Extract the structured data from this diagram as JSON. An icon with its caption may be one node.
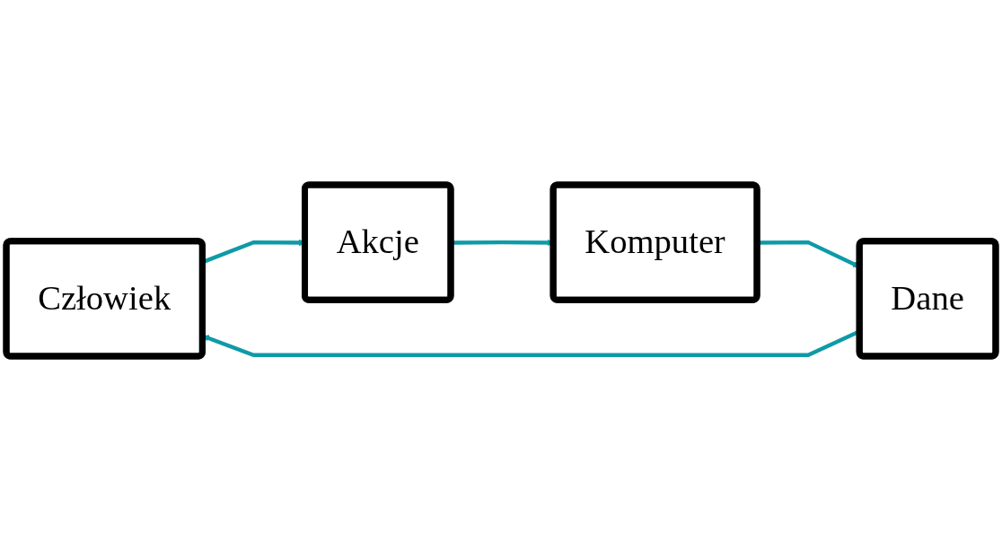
{
  "diagram": {
    "nodes": [
      {
        "text": [
          "Człowiek"
        ]
      },
      {
        "text": [
          "Akcje"
        ]
      },
      {
        "text": [
          "Dane"
        ]
      },
      {
        "text": [
          "Komputer"
        ]
      }
    ],
    "edges": [
      {
        "from": 0,
        "to": 1,
        "arrow": "to"
      },
      {
        "from": 1,
        "to": 3,
        "arrow": "to"
      },
      {
        "from": 3,
        "to": 2,
        "arrow": "to"
      },
      {
        "from": 2,
        "to": 0,
        "arrow": "to"
      }
    ]
  }
}
